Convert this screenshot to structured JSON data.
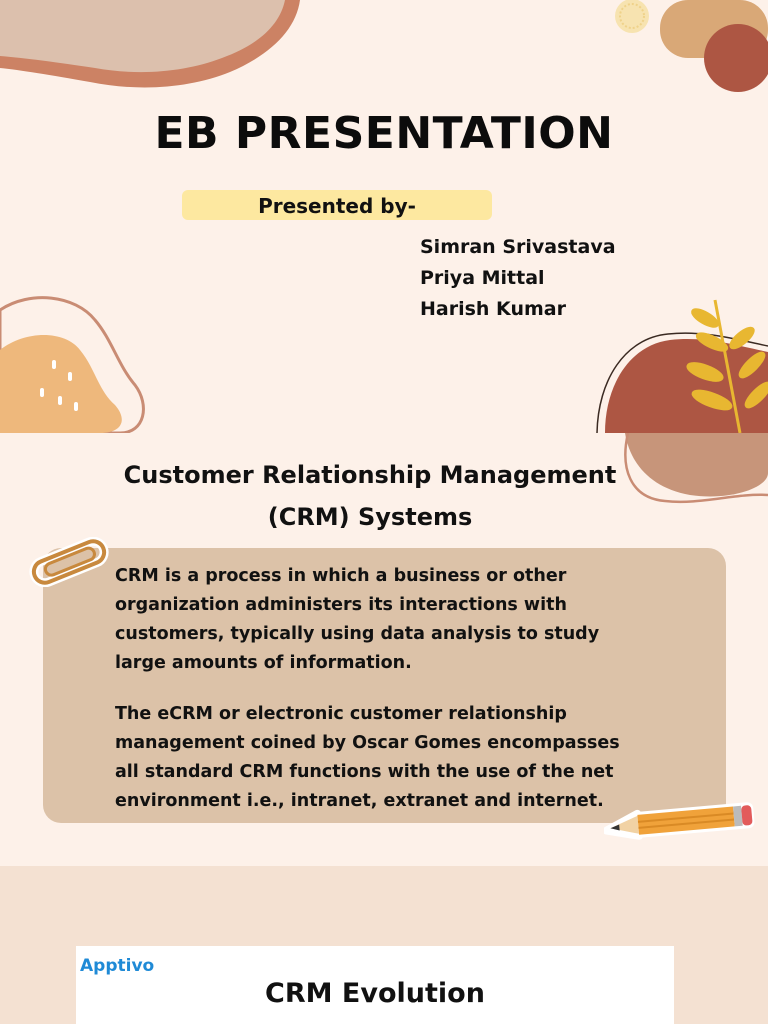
{
  "slide1": {
    "title": "EB PRESENTATION",
    "presented_by": "Presented by-",
    "names": [
      "Simran Srivastava",
      "Priya Mittal",
      "Harish Kumar"
    ]
  },
  "slide2": {
    "heading_line1": "Customer Relationship Management",
    "heading_line2": "(CRM) Systems",
    "paragraph1": "CRM is a process in which a business or other\norganization administers its interactions with\ncustomers, typically using data analysis to study\n large amounts of information.",
    "paragraph2": "The eCRM or electronic customer relationship\nmanagement coined by Oscar Gomes encompasses\n all standard CRM functions with the use of the net\nenvironment i.e., intranet, extranet and internet."
  },
  "slide3": {
    "logo_text": "Apptivo",
    "heading": "CRM Evolution"
  },
  "colors": {
    "background": "#fdf1e9",
    "highlight": "#fde8a0",
    "card": "#dcc2a8",
    "terracotta": "#ad5643",
    "tan": "#d9a877"
  },
  "icons": [
    "paperclip-icon",
    "pencil-icon",
    "leaf-icon"
  ]
}
